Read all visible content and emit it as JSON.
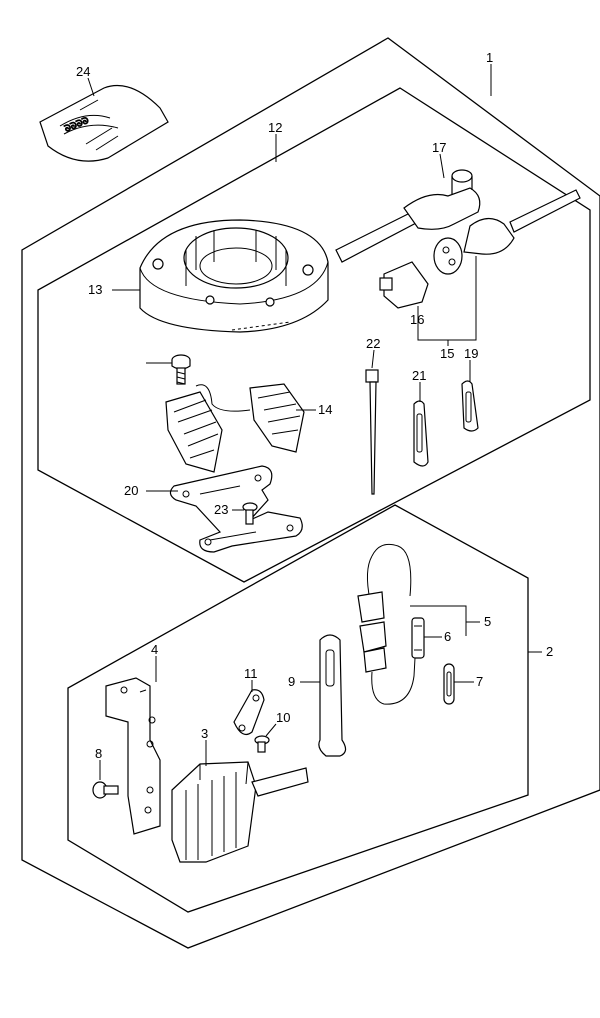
{
  "callouts": {
    "c1": "1",
    "c2": "2",
    "c3": "3",
    "c4": "4",
    "c5": "5",
    "c6": "6",
    "c7": "7",
    "c8": "8",
    "c9": "9",
    "c10": "10",
    "c11": "11",
    "c12": "12",
    "c13": "13",
    "c14": "14",
    "c15": "15",
    "c16": "16",
    "c17": "17",
    "c19": "19",
    "c20": "20",
    "c21": "21",
    "c22": "22",
    "c23": "23",
    "c24": "24"
  }
}
